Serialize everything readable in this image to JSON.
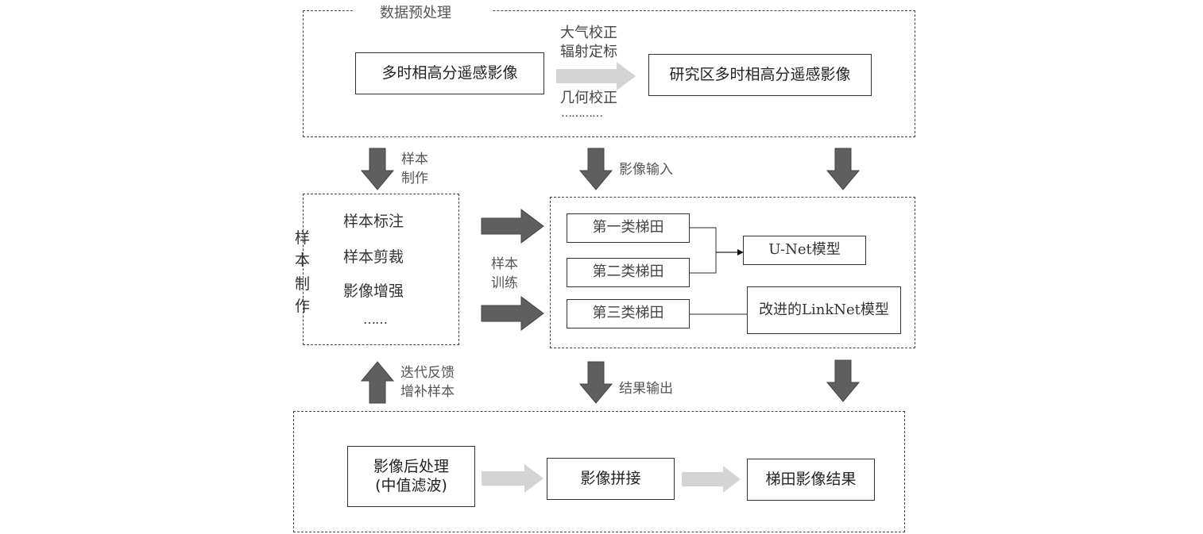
{
  "colors": {
    "dark_arrow": "#5f5f5f",
    "light_arrow": "#d4d4d4",
    "border": "#333333"
  },
  "preprocessing": {
    "title": "数据预处理",
    "source_box": "多时相高分遥感影像",
    "steps": [
      "大气校正",
      "辐射定标",
      "几何校正",
      "…………"
    ],
    "target_box": "研究区多时相高分遥感影像"
  },
  "flow_labels": {
    "sample_making": [
      "样本",
      "制作"
    ],
    "image_input": "影像输入",
    "sample_training": [
      "样本",
      "训练"
    ],
    "result_output": "结果输出",
    "feedback": [
      "迭代反馈",
      "增补样本"
    ]
  },
  "sample_group": {
    "side_label": [
      "样",
      "本",
      "制",
      "作"
    ],
    "items": [
      "样本标注",
      "样本剪裁",
      "影像增强",
      "……"
    ]
  },
  "model_group": {
    "classes": [
      "第一类梯田",
      "第二类梯田",
      "第三类梯田"
    ],
    "unet": "U-Net模型",
    "linknet": "改进的LinkNet模型"
  },
  "postprocessing": {
    "step1": [
      "影像后处理",
      "(中值滤波)"
    ],
    "step2": "影像拼接",
    "step3": "梯田影像结果"
  }
}
